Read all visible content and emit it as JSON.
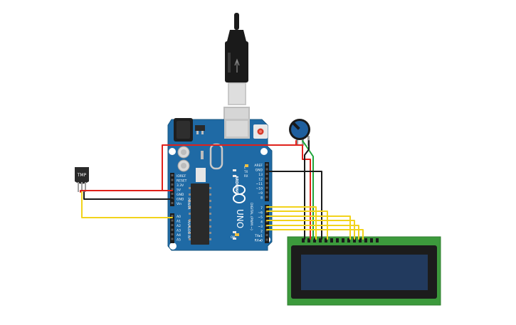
{
  "sensor": {
    "label": "TMP"
  },
  "arduino": {
    "brand": "ARDUINO",
    "model": "UNO",
    "power_header_label": "POWER",
    "analog_header_label": "ANALOG IN",
    "digital_header_label": "DIGITAL (PWM ~)",
    "tx_label": "TX",
    "rx_label": "RX",
    "l_label": "L",
    "on_label": "ON",
    "power_pins": [
      "IOREF",
      "RESET",
      "3.3V",
      "5V",
      "GND",
      "GND",
      "Vin"
    ],
    "analog_pins": [
      "A0",
      "A1",
      "A2",
      "A3",
      "A4",
      "A5"
    ],
    "top_pins": [
      "AREF",
      "GND",
      "13",
      "12",
      "~11",
      "~10",
      "~9",
      "8"
    ],
    "digital_pins": [
      "7",
      "~6",
      "~5",
      "4",
      "~3",
      "2",
      "TX▸1",
      "RX◂0"
    ]
  },
  "colors": {
    "board": "#1f6aa5",
    "wire_red": "#e0211b",
    "wire_black": "#1a1a1a",
    "wire_yellow": "#f2d31b",
    "wire_green": "#21a53a",
    "lcd_pcb": "#3c9a3c",
    "lcd_screen": "#223a5e"
  }
}
